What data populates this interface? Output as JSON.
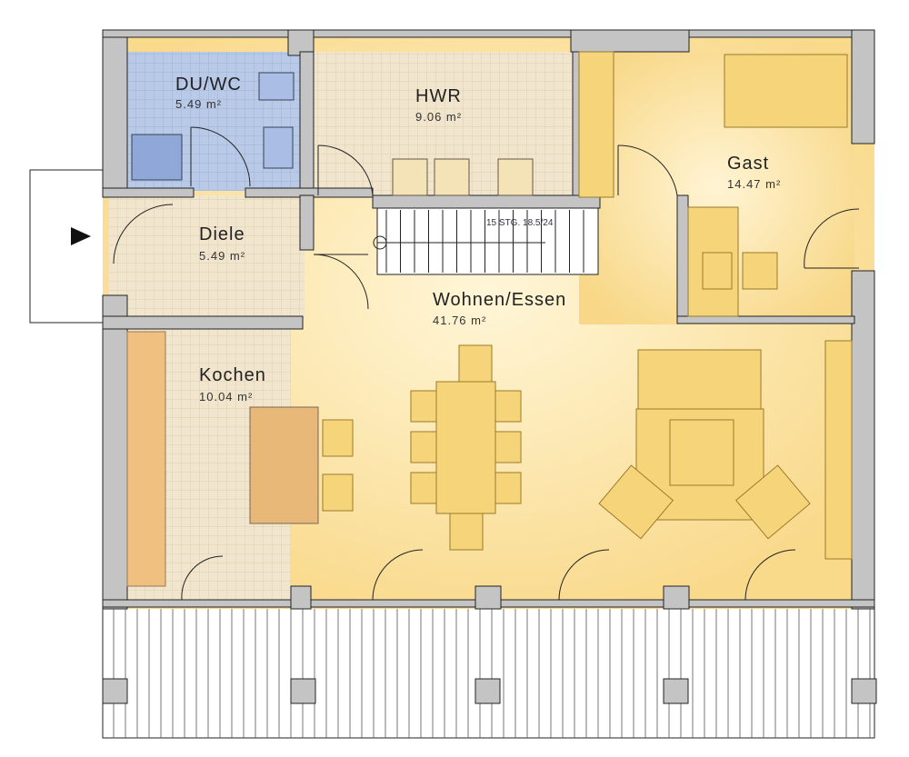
{
  "rooms": [
    {
      "name": "DU/WC",
      "area": "5.49 m²"
    },
    {
      "name": "HWR",
      "area": "9.06 m²"
    },
    {
      "name": "Gast",
      "area": "14.47 m²"
    },
    {
      "name": "Diele",
      "area": "5.49 m²"
    },
    {
      "name": "Wohnen/Essen",
      "area": "41.76 m²"
    },
    {
      "name": "Kochen",
      "area": "10.04 m²"
    }
  ],
  "stair_label": "15 STG. 18.5/24",
  "entrance_icon": "entrance-arrow-icon",
  "colors": {
    "living": "#fbe4a0",
    "bath": "#b9c9e8",
    "tile": "#efe3c8",
    "wall": "#c4c4c4"
  }
}
